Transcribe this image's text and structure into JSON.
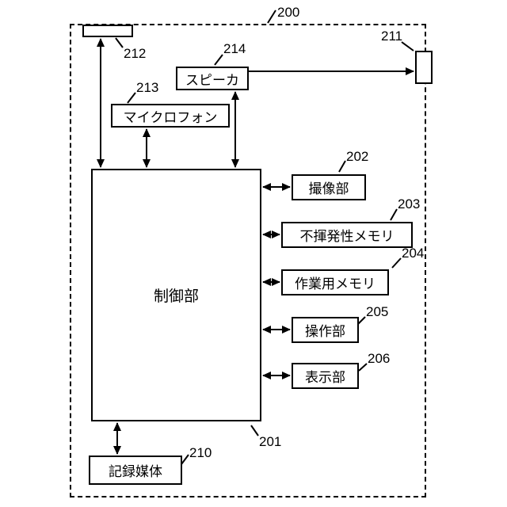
{
  "figure": {
    "refs": {
      "system": "200",
      "control": "201",
      "imaging": "202",
      "nonvolatile_memory": "203",
      "work_memory": "204",
      "operation": "205",
      "display": "206",
      "recording_medium": "210",
      "block_211": "211",
      "block_212": "212",
      "microphone": "213",
      "speaker": "214"
    },
    "labels": {
      "control": "制御部",
      "imaging": "撮像部",
      "nonvolatile_memory": "不揮発性メモリ",
      "work_memory": "作業用メモリ",
      "operation": "操作部",
      "display": "表示部",
      "recording_medium": "記録媒体",
      "microphone": "マイクロフォン",
      "speaker": "スピーカ"
    }
  }
}
